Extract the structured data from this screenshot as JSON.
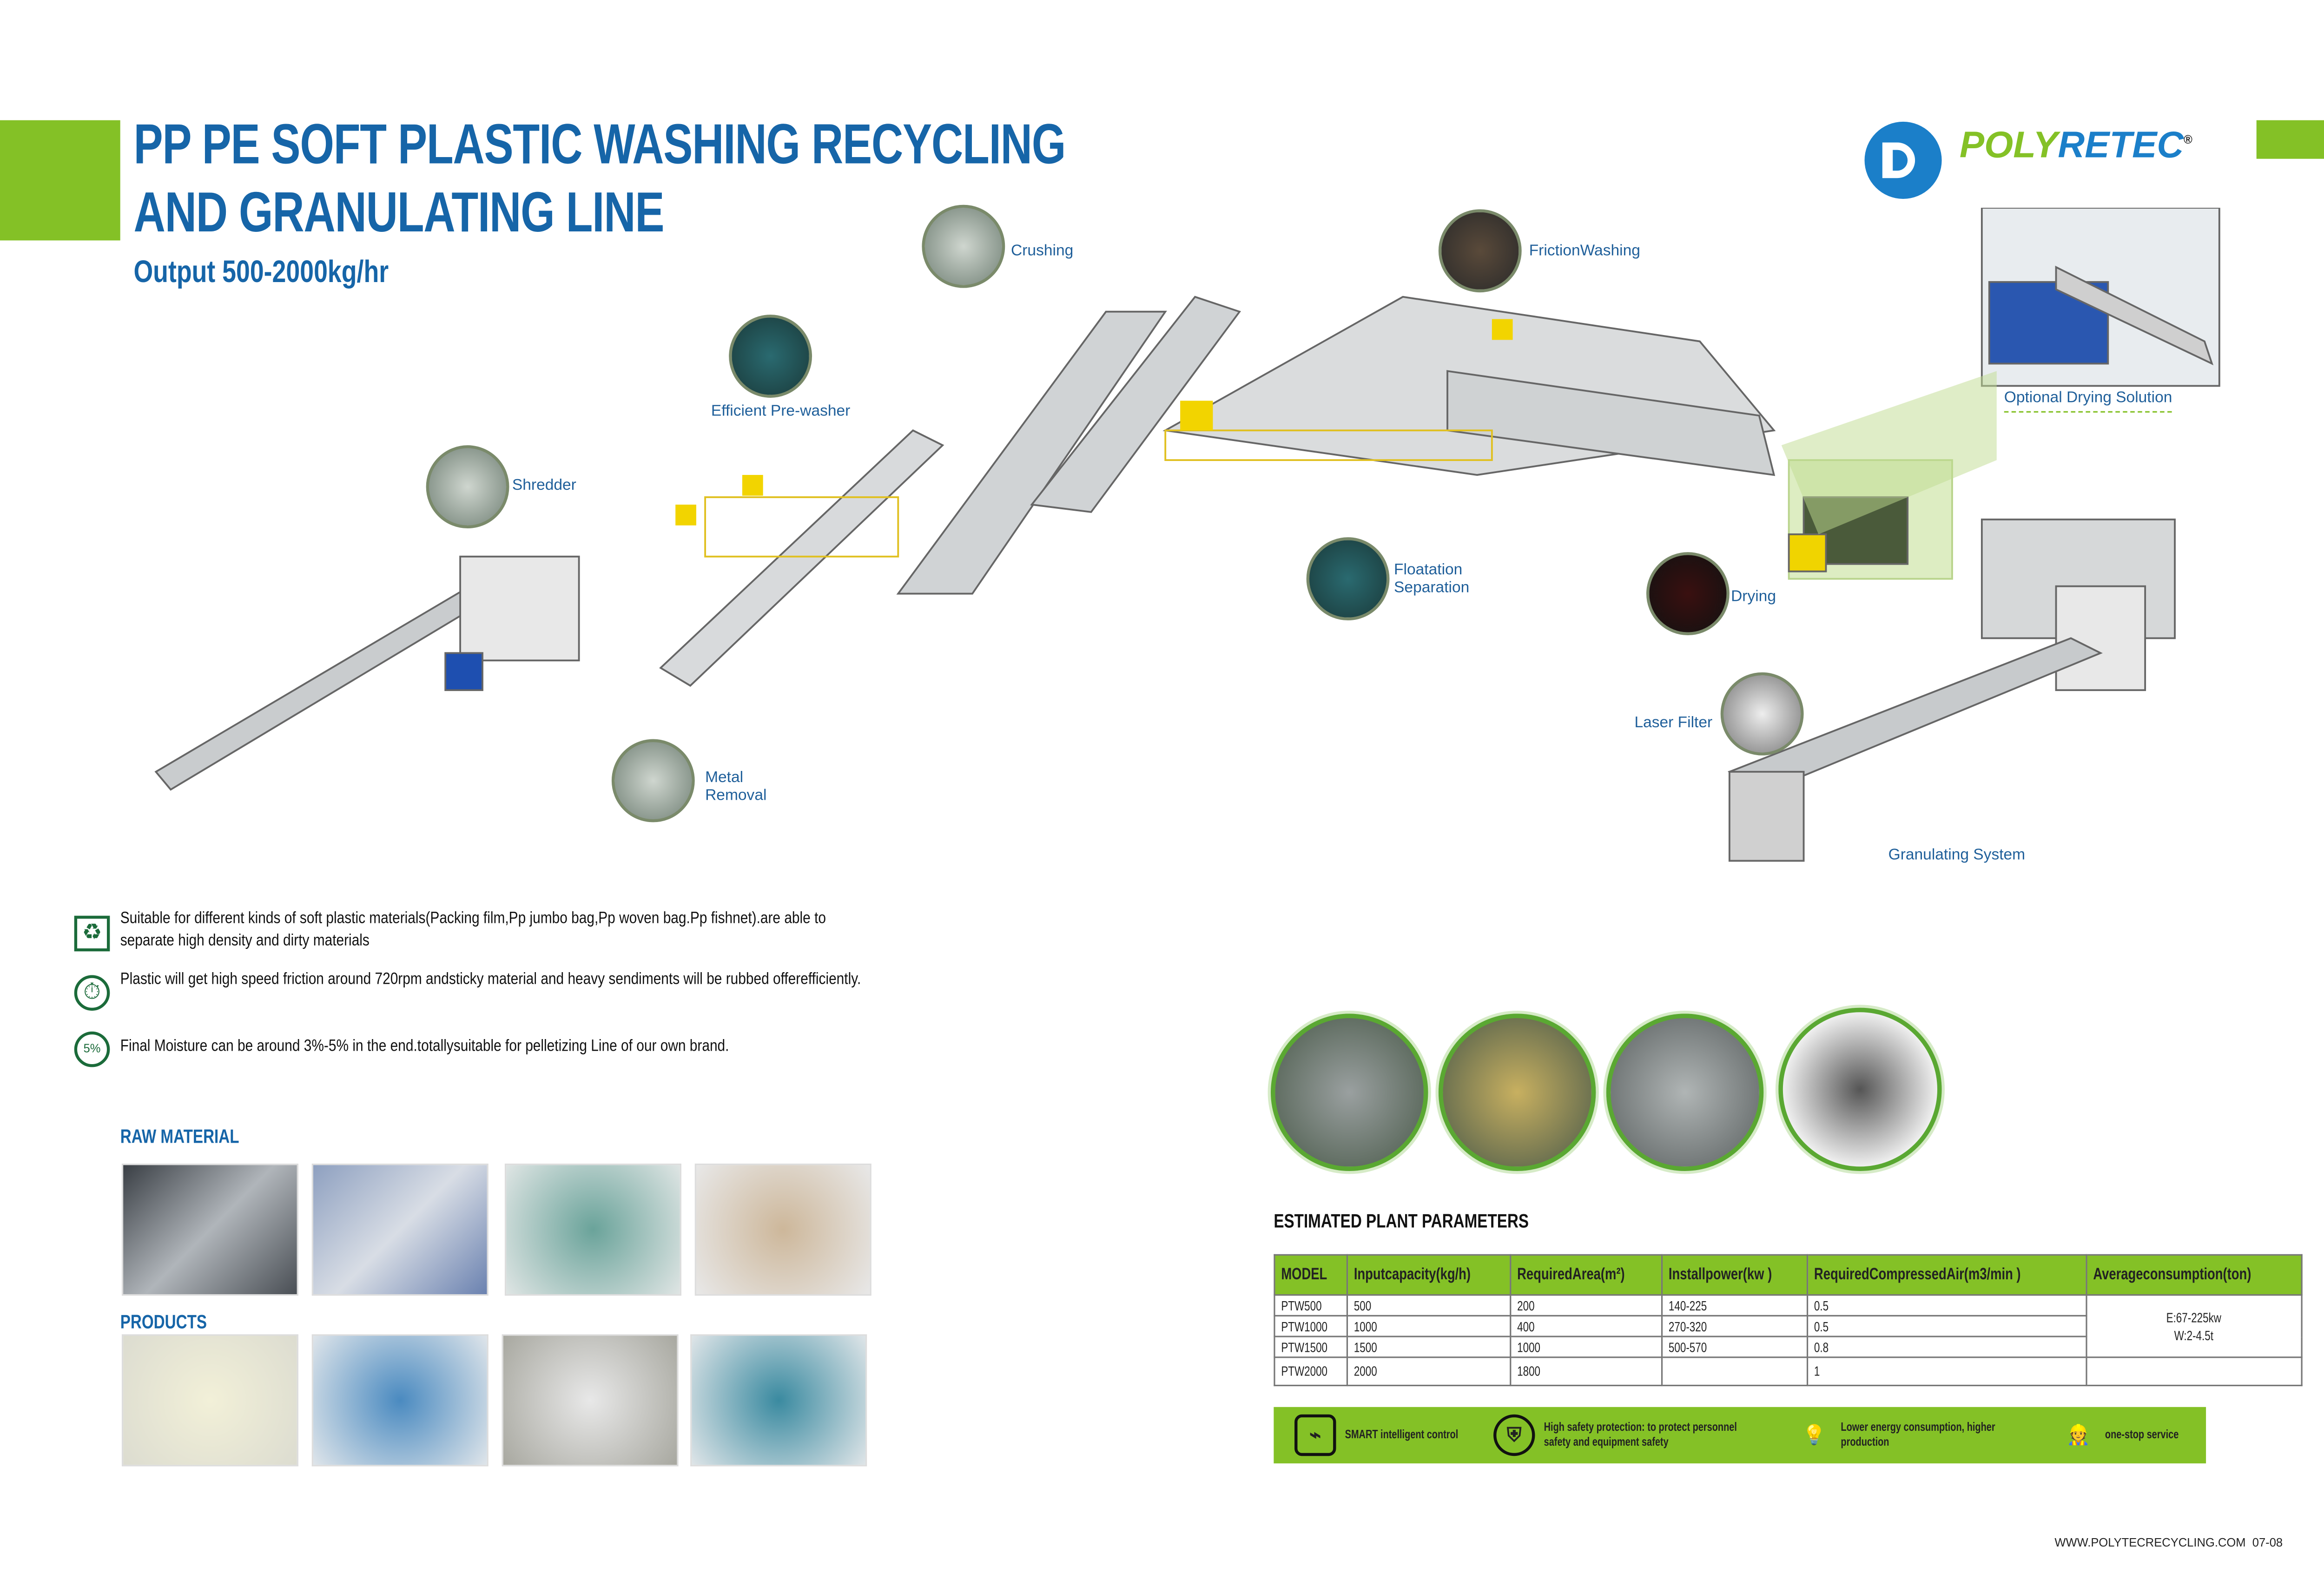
{
  "header": {
    "title_line1": "PP PE SOFT PLASTIC WASHING RECYCLING",
    "title_line2": "AND GRANULATING LINE",
    "subtitle": "Output 500-2000kg/hr",
    "brand_green": "POLY",
    "brand_blue": "RETEC",
    "registered": "®",
    "colors": {
      "green": "#84c126",
      "blue": "#1665a8"
    }
  },
  "diagram": {
    "callouts": [
      "Crushing",
      "FrictionWashing",
      "Efficient Pre-washer",
      "Shredder",
      "Floatation Separation",
      "Drying",
      "Laser Filter",
      "Metal Removal",
      "Granulating System",
      "Optional Drying Solution"
    ]
  },
  "features": [
    {
      "icon": "recycle-icon",
      "text": "Suitable for different kinds of soft plastic materials(Packing film,Pp jumbo bag,Pp woven bag.Pp fishnet).are able to separate high density and dirty materials"
    },
    {
      "icon": "stopwatch-icon",
      "text": "Plastic will get high speed friction around 720rpm andsticky material and heavy sendiments will be rubbed offerefficiently."
    },
    {
      "icon": "moisture-icon",
      "text": "Final Moisture can be around 3%-5% in the end.totallysuitable for pelletizing Line of our own brand."
    }
  ],
  "raw_material_title": "RAW MATERIAL",
  "products_title": "PRODUCTS",
  "params": {
    "title": "ESTIMATED PLANT PARAMETERS",
    "headers": [
      "MODEL",
      "Inputcapacity(kg/h)",
      "RequiredArea(m²)",
      "Installpower(kw )",
      "RequiredCompressedAir(m3/min )",
      "Averageconsumption(ton)"
    ],
    "rows": [
      [
        "PTW500",
        "500",
        "200",
        "140-225",
        "0.5"
      ],
      [
        "PTW1000",
        "1000",
        "400",
        "270-320",
        "0.5"
      ],
      [
        "PTW1500",
        "1500",
        "1000",
        "500-570",
        "0.8"
      ],
      [
        "PTW2000",
        "2000",
        "1800",
        "",
        "1"
      ]
    ],
    "consumption_line1": "E:67-225kw",
    "consumption_line2": "W:2-4.5t"
  },
  "band": [
    "SMART intelligent control",
    "High safety protection: to protect personnel safety and equipment safety",
    "Lower energy consumption, higher production",
    "one-stop service"
  ],
  "footer": {
    "url": "WWW.POLYTECRECYCLING.COM",
    "pages": "07-08"
  }
}
